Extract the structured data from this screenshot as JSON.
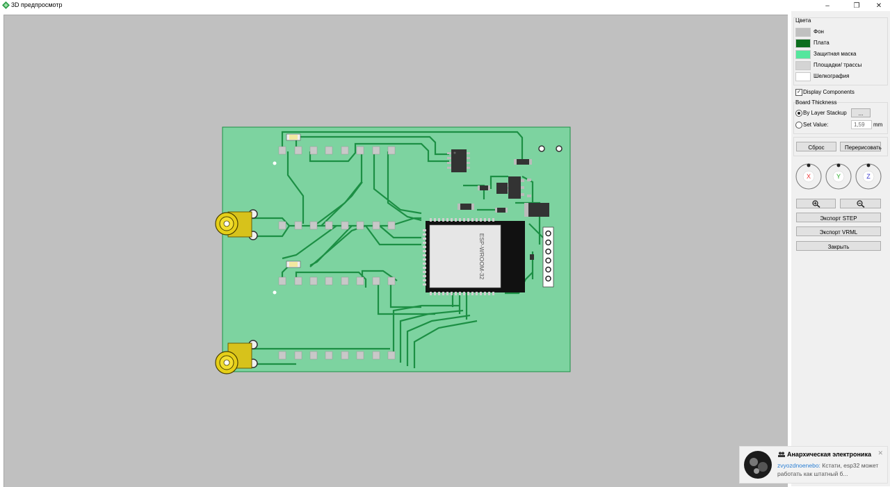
{
  "window": {
    "title": "3D предпросмотр",
    "minimize": "–",
    "restore": "❐",
    "close": "✕"
  },
  "colors_panel": {
    "title": "Цвета",
    "items": [
      {
        "label": "Фон",
        "color": "#c0c0c0"
      },
      {
        "label": "Плата",
        "color": "#0d6e1e"
      },
      {
        "label": "Защитная маска",
        "color": "#55e69d"
      },
      {
        "label": "Площадки/ трассы",
        "color": "#d4d4d4"
      },
      {
        "label": "Шелкография",
        "color": "#ffffff"
      }
    ]
  },
  "display_components": {
    "label": "Display Components",
    "checked": true
  },
  "board_thickness": {
    "title": "Board Thickness",
    "by_layer_stackup": "By Layer Stackup",
    "stackup_button": "...",
    "set_value": "Set Value:",
    "value": "1,59",
    "unit": "mm"
  },
  "buttons": {
    "reset": "Сброс",
    "redraw": "Перерисовать",
    "export_step": "Экспорт STEP",
    "export_vrml": "Экспорт VRML",
    "close": "Закрыть"
  },
  "axes": {
    "x": "X",
    "y": "Y",
    "z": "Z"
  },
  "board": {
    "module_label": "ESP-WROOM-32",
    "mask_color": "#7dd3a0",
    "trace_color": "#1c8f44",
    "pad_color": "#c8c8c8"
  },
  "notification": {
    "app": "Анархическая электроника",
    "sender": "zvyozdnoenebo:",
    "message": " Кстати, esp32 может работать как штатный б..."
  }
}
